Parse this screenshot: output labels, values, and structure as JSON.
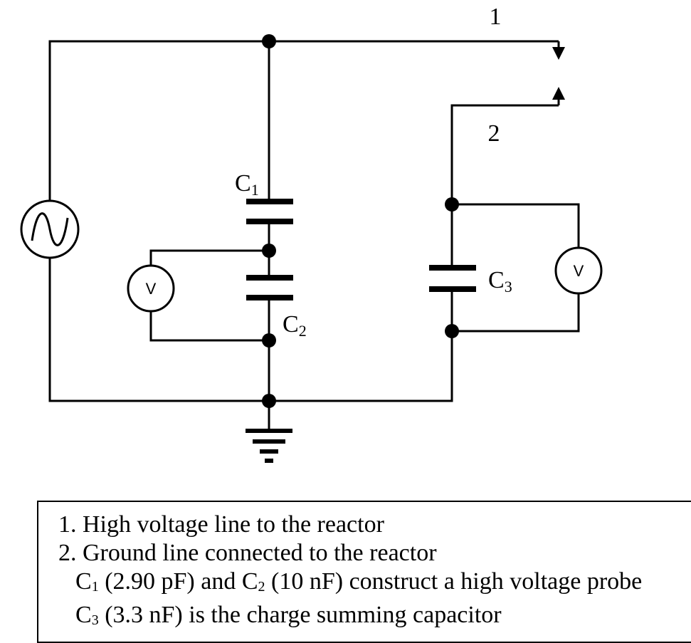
{
  "diagram": {
    "terminals": {
      "t1": "1",
      "t2": "2"
    },
    "capacitors": {
      "c1": {
        "letter": "C",
        "sub": "1"
      },
      "c2": {
        "letter": "C",
        "sub": "2"
      },
      "c3": {
        "letter": "C",
        "sub": "3"
      }
    },
    "meters": {
      "v1": "V",
      "v2": "V"
    },
    "icons": [
      "ac-source-icon",
      "voltmeter-icon",
      "ground-icon",
      "arrow-down-icon",
      "arrow-up-icon"
    ]
  },
  "legend": {
    "line1": "1. High voltage line to the reactor",
    "line2": "2. Ground line connected to the reactor",
    "line3": {
      "c1_letter": "C",
      "c1_sub": "1",
      "c1_text": " (2.90 pF) and ",
      "c2_letter": "C",
      "c2_sub": "2",
      "c2_text": " (10 nF) construct a high voltage probe"
    },
    "line4": {
      "c3_letter": "C",
      "c3_sub": "3",
      "c3_text": " (3.3 nF) is the charge summing capacitor"
    }
  }
}
